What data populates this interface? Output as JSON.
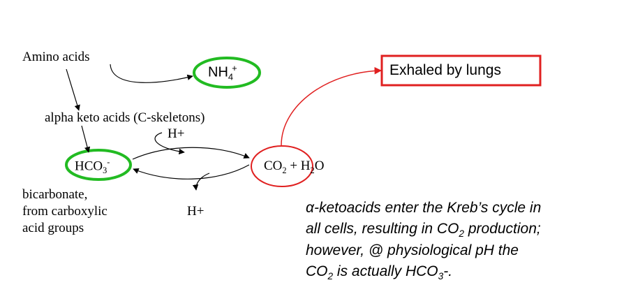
{
  "diagram": {
    "amino_acids": "Amino acids",
    "nh4": {
      "base": "NH",
      "sub": "4",
      "sup": "+"
    },
    "alpha_keto": "alpha keto acids (C-skeletons)",
    "h_plus_top": "H+",
    "hco3": {
      "base": "HCO",
      "sub": "3",
      "sup": "-"
    },
    "co2_h2o": {
      "a": "CO",
      "a_sub": "2",
      "plus": " + ",
      "b": "H",
      "b_sub": "2",
      "c": "O"
    },
    "h_plus_bottom": "H+",
    "bicarb_lines": [
      "bicarbonate,",
      "from carboxylic",
      "acid groups"
    ],
    "exhaled": "Exhaled by lungs",
    "colors": {
      "green": "#22bb22",
      "red": "#e02020"
    }
  },
  "caption": {
    "line1": "α-ketoacids enter the Kreb’s cycle in",
    "line2_a": "all cells, resulting in CO",
    "line2_sub": "2",
    "line2_b": " production;",
    "line3": "however, @ physiological pH the",
    "line4_a": "CO",
    "line4_sub": "2",
    "line4_b": " is actually HCO",
    "line4_sub2": "3",
    "line4_c": "-."
  }
}
